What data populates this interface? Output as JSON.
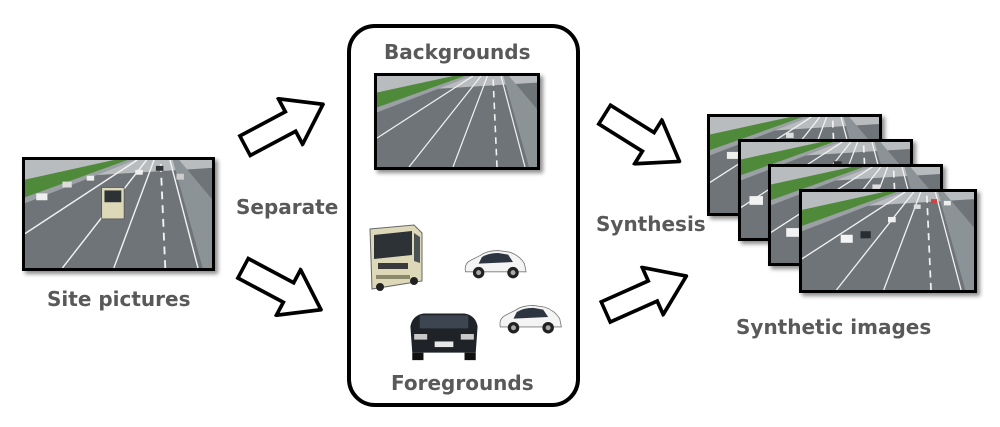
{
  "labels": {
    "site_pictures": "Site pictures",
    "separate": "Separate",
    "backgrounds": "Backgrounds",
    "foregrounds": "Foregrounds",
    "synthesis": "Synthesis",
    "synthetic_images": "Synthetic images"
  },
  "icons": {
    "arrow": "outlined-block-arrow",
    "bus": "bus-icon",
    "car": "car-icon"
  },
  "colors": {
    "label_text": "#595959",
    "border": "#000000",
    "road": "#6f7478",
    "grass": "#4f8a3a"
  }
}
